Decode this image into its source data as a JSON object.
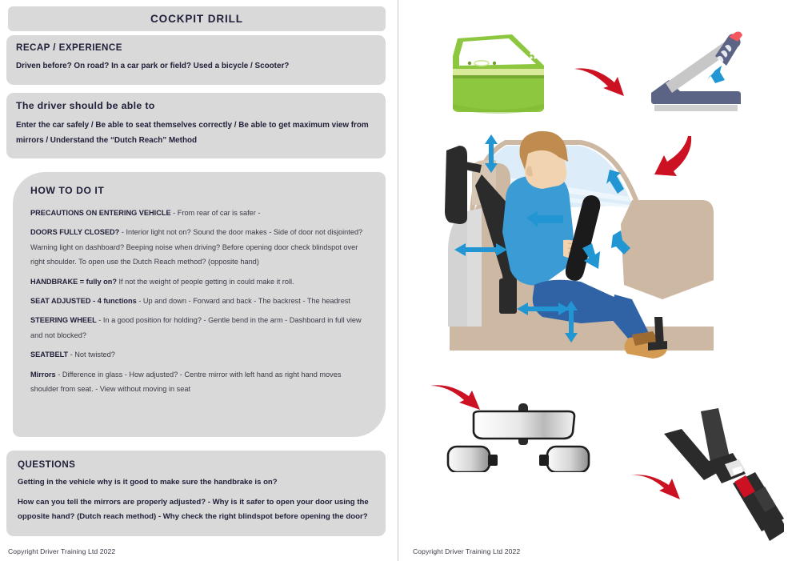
{
  "document": {
    "title": "COCKPIT DRILL",
    "copyright": "Copyright Driver Training Ltd 2022"
  },
  "sections": {
    "recap": {
      "heading": "RECAP / EXPERIENCE",
      "body": "Driven before? On road? In a car park or field? Used a bicycle / Scooter?"
    },
    "driver_should": {
      "heading": "The driver should be able to",
      "body": "Enter the car safely / Be able to seat themselves correctly / Be able to get maximum view from mirrors / Understand the “Dutch Reach” Method"
    },
    "how_to_do_it": {
      "heading": "HOW TO DO IT",
      "items": [
        {
          "label": "PRECAUTIONS ON ENTERING VEHICLE",
          "text": " - From rear of car is safer -",
          "label_bold_extra": ""
        },
        {
          "label": "DOORS FULLY CLOSED?",
          "text": " - Interior light not on? Sound the door makes - Side of door not disjointed? Warning light on dashboard? Beeping noise when driving? Before opening door check blindspot over right shoulder. To open use the Dutch Reach method? (opposite hand)"
        },
        {
          "label": "HANDBRAKE = fully on?",
          "text": " If not the weight of people getting in could make it roll."
        },
        {
          "label": "SEAT ADJUSTED - 4 functions",
          "text": " - Up and down - Forward and back - The backrest - The headrest"
        },
        {
          "label": "STEERING WHEEL",
          "text": " - In a good position for holding? - Gentle bend in the arm - Dashboard in full view and not blocked?"
        },
        {
          "label": "SEATBELT",
          "text": " - Not twisted?"
        },
        {
          "label": "Mirrors",
          "text": " - Difference in glass - How adjusted? - Centre mirror with left hand as right hand moves shoulder from seat. - View without moving in seat"
        }
      ]
    },
    "questions": {
      "heading": "QUESTIONS",
      "lines": [
        "Getting in the vehicle why is it good to make sure the handbrake is on?",
        "How can you tell the mirrors are properly adjusted? - Why is it safer to open your door using the opposite hand? (Dutch reach method) - Why check the right blindspot before opening the door?"
      ]
    }
  },
  "illustrations": {
    "car_door": {
      "name": "car-door-illustration"
    },
    "handbrake": {
      "name": "handbrake-illustration"
    },
    "driver_seat": {
      "name": "driver-seated-illustration"
    },
    "mirrors": {
      "name": "mirrors-illustration"
    },
    "seatbelt": {
      "name": "seatbelt-buckle-illustration"
    }
  },
  "colors": {
    "panel_grey": "#d9d9d9",
    "text_dark": "#20203a",
    "door_green": "#8dc63f",
    "arrow_red": "#cc1122",
    "arrow_blue": "#2196d3",
    "shirt_blue": "#3a9bd5",
    "jeans_blue": "#2f63a5",
    "interior_tan": "#cdb8a3",
    "handbrake_slate": "#5b6485"
  }
}
